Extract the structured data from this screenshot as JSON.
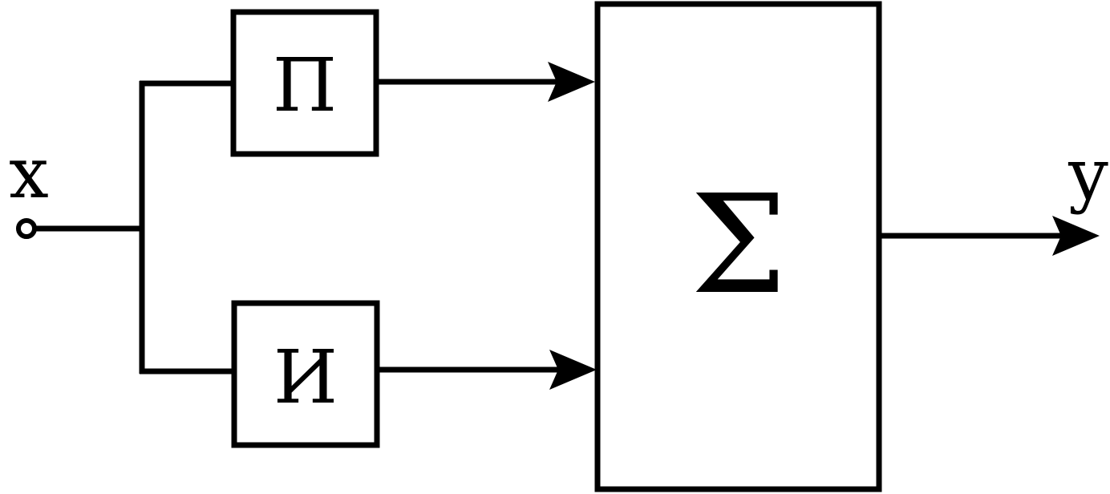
{
  "diagram": {
    "input_label": "x",
    "output_label": "y",
    "blocks": {
      "proportional": "П",
      "integral": "И",
      "summator": "Σ"
    }
  },
  "colors": {
    "stroke": "#000000",
    "background": "#ffffff"
  }
}
